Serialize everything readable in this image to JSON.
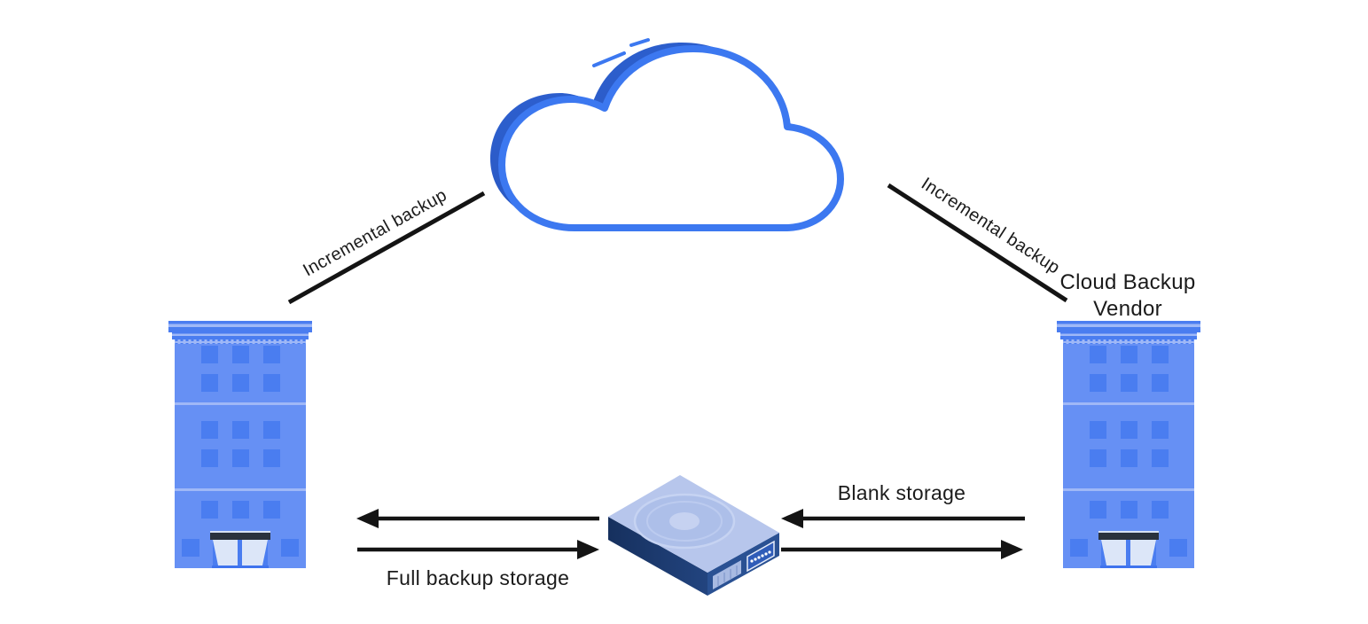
{
  "labels": {
    "incremental_backup_left": "Incremental backup",
    "incremental_backup_right": "Incremental backup",
    "cloud_backup_vendor_line1": "Cloud Backup",
    "cloud_backup_vendor_line2": "Vendor",
    "blank_storage": "Blank storage",
    "full_backup_storage": "Full backup storage"
  },
  "icons": {
    "cloud": "cloud-icon",
    "building_left": "office-building-icon",
    "building_right": "office-building-icon",
    "hard_drive": "hard-drive-icon"
  },
  "colors": {
    "accent_blue": "#3c78f0",
    "cloud_edge_dark": "#2c5dca",
    "building_body": "#6690f4",
    "building_window": "#4a7df0",
    "building_trim_light": "#9fb8f7",
    "drive_top": "#b7c6ec",
    "drive_side_dark": "#1d3c74",
    "drive_side_light": "#2a5193",
    "line_black": "#141414",
    "background": "#ffffff"
  }
}
